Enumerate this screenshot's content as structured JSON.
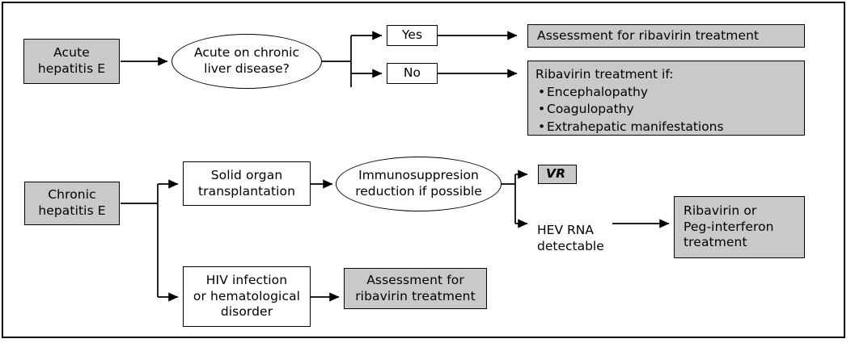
{
  "diagram": {
    "title": "Hepatitis E treatment algorithm flowchart",
    "colors": {
      "node_fill_gray": "#c9c9c9",
      "node_fill_white": "#ffffff",
      "stroke": "#000000",
      "background": "#ffffff"
    }
  },
  "nodes": {
    "acute_hepatitis_e": "Acute\nhepatitis E",
    "acute_on_chronic": "Acute on chronic\nliver disease?",
    "yes": "Yes",
    "no": "No",
    "assessment_ribavirin_top": "Assessment for ribavirin treatment",
    "ribavirin_if": {
      "lead": "Ribavirin treatment if:",
      "items": [
        "Encephalopathy",
        "Coagulopathy",
        "Extrahepatic manifestations"
      ]
    },
    "chronic_hepatitis_e": "Chronic\nhepatitis E",
    "solid_organ_transplantation": "Solid organ\ntransplantation",
    "immunosuppresion_reduction": "Immunosuppresion\nreduction if possible",
    "vr": "VR",
    "hev_rna_detectable": "HEV RNA\ndetectable",
    "ribavirin_or_peg": "Ribavirin or\nPeg-interferon\ntreatment",
    "hiv_infection": "HIV infection\nor hematological\ndisorder",
    "assessment_ribavirin_bottom": "Assessment for\nribavirin treatment"
  }
}
